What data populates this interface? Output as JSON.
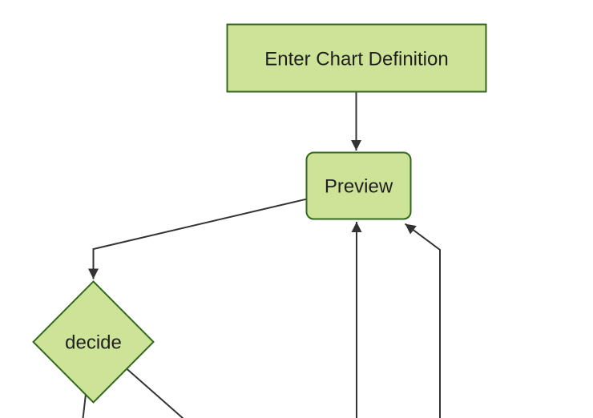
{
  "diagram": {
    "type": "flowchart",
    "orientation": "top-down",
    "background_color": "#ffffff",
    "colors": {
      "node_fill": "#cde498",
      "node_border": "#33691e",
      "edge_line": "#333333",
      "arrowhead": "#333333",
      "label_text": "#1f1f1f"
    },
    "nodes": [
      {
        "id": "enter-chart-definition",
        "shape": "rectangle",
        "label": "Enter Chart Definition"
      },
      {
        "id": "preview",
        "shape": "rounded-rectangle",
        "label": "Preview"
      },
      {
        "id": "decide",
        "shape": "diamond",
        "label": "decide"
      }
    ],
    "edges": [
      {
        "from": "enter-chart-definition",
        "to": "preview",
        "arrowhead": true
      },
      {
        "from": "preview",
        "to": "decide",
        "arrowhead": true
      },
      {
        "from": "decide",
        "to": "offscreen-bottom-left",
        "arrowhead": false
      },
      {
        "from": "decide",
        "to": "offscreen-bottom-right",
        "arrowhead": false
      },
      {
        "from": "offscreen-bottom",
        "to": "preview",
        "arrowhead": true
      },
      {
        "from": "offscreen-bottom-far-right",
        "to": "preview",
        "arrowhead": true
      }
    ]
  }
}
